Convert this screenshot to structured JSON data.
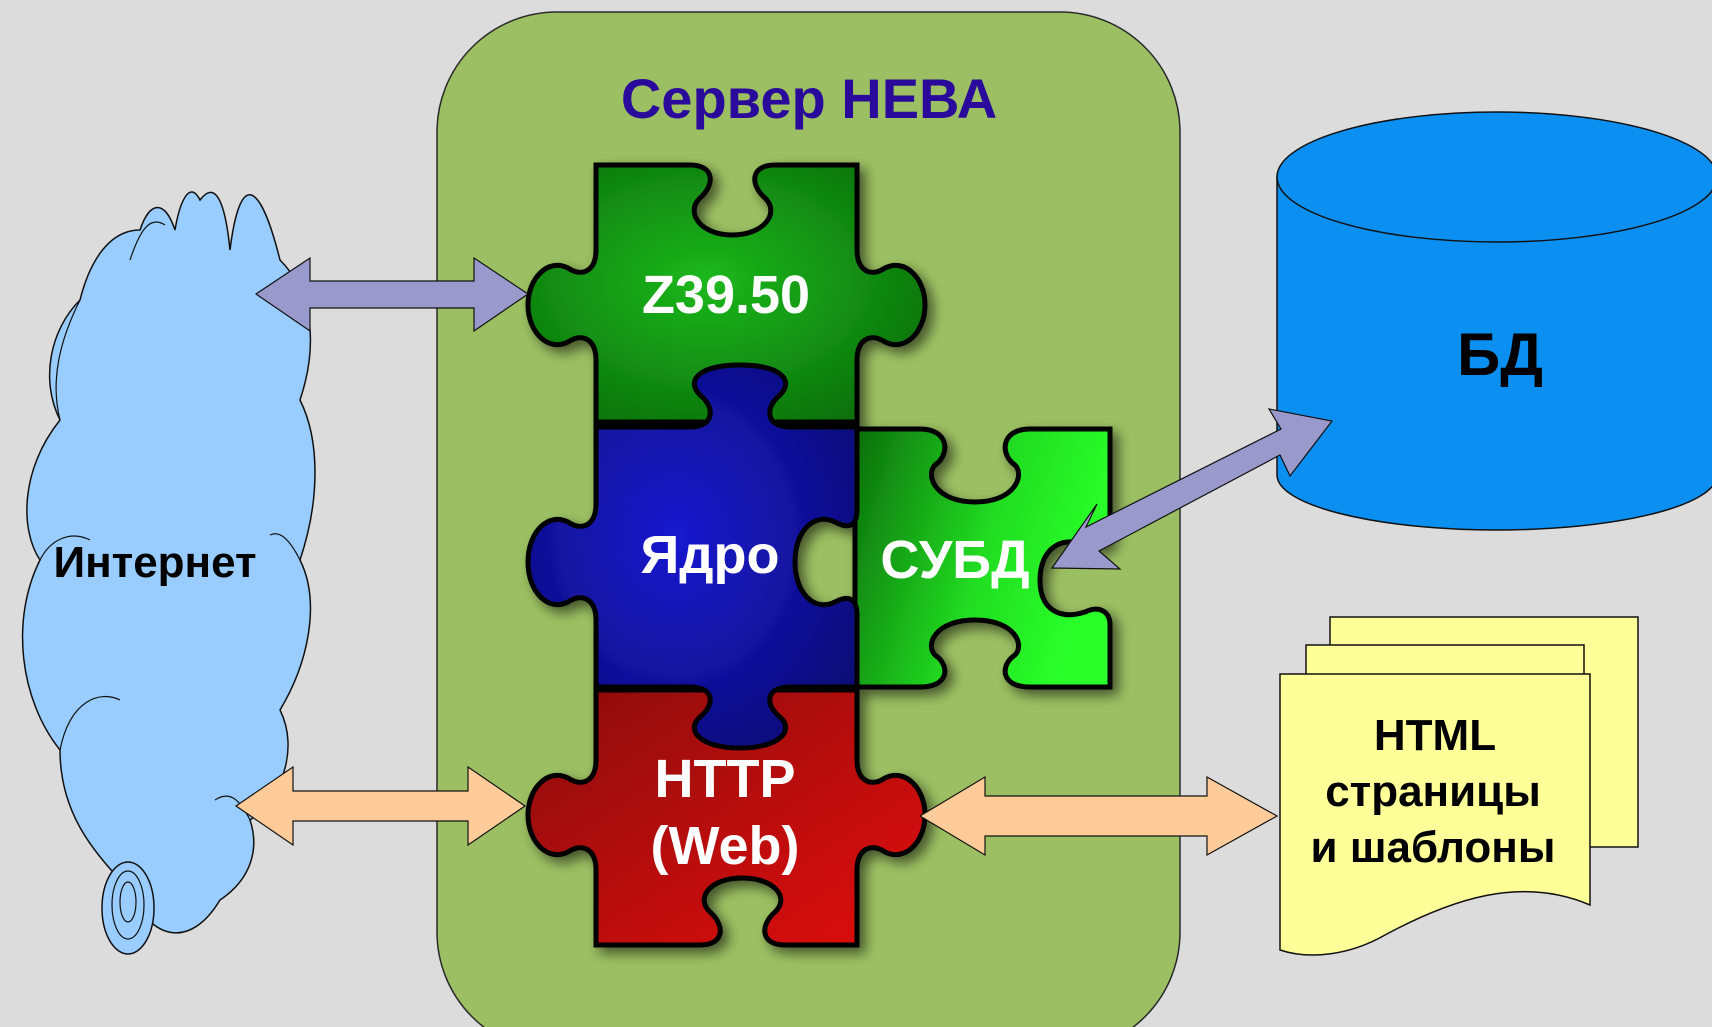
{
  "server": {
    "title": "Сервер НЕВА"
  },
  "internet": {
    "label": "Интернет"
  },
  "modules": {
    "z3950": "Z39.50",
    "core": "Ядро",
    "dbms": "СУБД",
    "http_line1": "HTTP",
    "http_line2": "(Web)"
  },
  "database": {
    "label": "БД"
  },
  "documents": {
    "line1": "HTML",
    "line2": "страницы",
    "line3": "и шаблоны"
  },
  "colors": {
    "background": "#dcdcdc",
    "server_panel": "#9bbf62",
    "title": "#2a0a9a",
    "z3950_piece": "#14a014",
    "core_piece": "#1414b4",
    "dbms_piece": "#22e022",
    "http_piece": "#c80a0a",
    "cloud": "#99ccff",
    "database": "#0b8ff0",
    "documents": "#ffff99",
    "arrow_lavender": "#9999cc",
    "arrow_peach": "#ffcc99"
  }
}
